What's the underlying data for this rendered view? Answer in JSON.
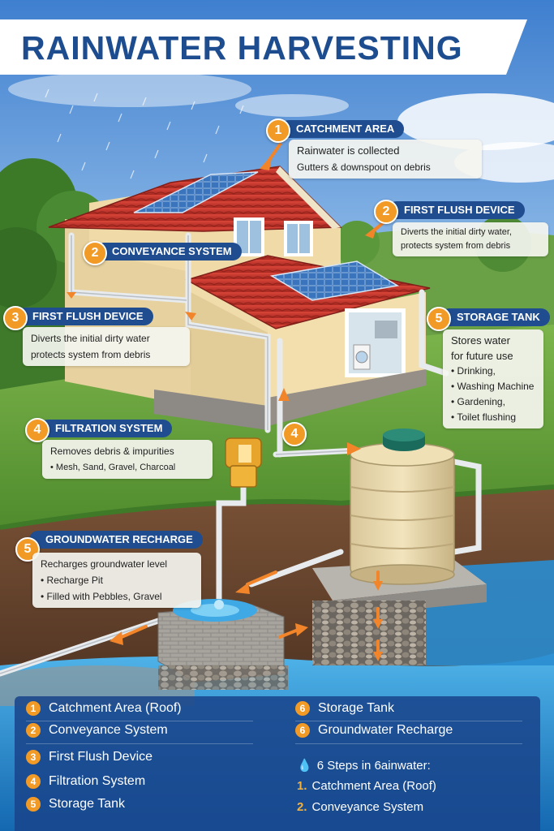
{
  "title": "RAINWATER HARVESTING",
  "callouts": {
    "catchment": {
      "num": "1",
      "title": "CATCHMENT AREA",
      "lines": [
        "Rainwater is collected",
        "Gutters & downspout on debris"
      ]
    },
    "first_flush_right": {
      "num": "2",
      "title": "FIRST FLUSH DEVICE",
      "lines": [
        "Diverts the initial dirty water,",
        "protects system from debris"
      ]
    },
    "conveyance": {
      "num": "2",
      "title": "CONVEYANCE SYSTEM",
      "lines": []
    },
    "first_flush_left": {
      "num": "3",
      "title": "FIRST FLUSH DEVICE",
      "lines": [
        "Diverts the initial dirty water",
        "protects system from debris"
      ]
    },
    "storage": {
      "num": "5",
      "title": "STORAGE TANK",
      "lines": [
        "Stores water",
        "for future use",
        "• Drinking,",
        "• Washing Machine",
        "• Gardening,",
        "• Toilet flushing"
      ]
    },
    "filtration": {
      "num": "4",
      "title": "FILTRATION SYSTEM",
      "lines": [
        "Removes debris & impurities",
        "• Mesh, Sand, Gravel, Charcoal"
      ]
    },
    "filter_marker": {
      "num": "4"
    },
    "groundwater": {
      "num": "5",
      "title": "GROUNDWATER RECHARGE",
      "lines": [
        "Recharges groundwater level",
        "• Recharge Pit",
        "• Filled with Pebbles, Gravel"
      ]
    }
  },
  "legend": {
    "left": [
      {
        "num": "1",
        "label": "Catchment Area",
        "suffix": " (Roof)"
      },
      {
        "num": "2",
        "label": "Conveyance System",
        "suffix": ""
      },
      {
        "num": "3",
        "label": "First Flush Device",
        "suffix": ""
      },
      {
        "num": "4",
        "label": "Filtration System",
        "suffix": ""
      },
      {
        "num": "5",
        "label": "Storage Tank",
        "suffix": ""
      }
    ],
    "right": [
      {
        "num": "6",
        "label": "Storage Tank"
      },
      {
        "num": "6",
        "label": "Groundwater Recharge"
      }
    ],
    "steps_heading": "6 Steps in 6ainwater:",
    "steps": [
      {
        "num": "1.",
        "label": "Catchment Area (Roof)"
      },
      {
        "num": "2.",
        "label": "Conveyance System"
      }
    ]
  },
  "colors": {
    "accent": "#f29a26",
    "navy": "#1f4d8f",
    "roof": "#c8342b",
    "wall": "#eed9a8",
    "grass": "#5f9a3a",
    "soil": "#6b4a33",
    "water": "#2b8fd1"
  }
}
